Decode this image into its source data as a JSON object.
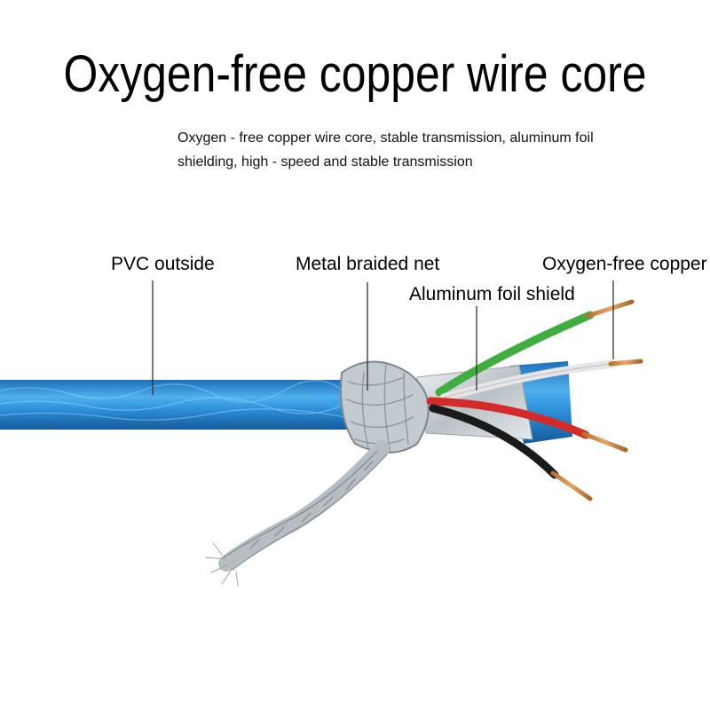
{
  "title": "Oxygen-free copper wire core",
  "subtitle": {
    "line1": "Oxygen - free copper wire core, stable transmission, aluminum foil",
    "line2": "shielding, high - speed and stable transmission"
  },
  "labels": {
    "pvc": "PVC  outside",
    "braid": "Metal braided net",
    "foil": "Aluminum foil shield",
    "copper": "Oxygen-free copper"
  },
  "colors": {
    "jacket": "#2f8fd6",
    "braid": "#a9b2b8",
    "foil": "#d9dde0",
    "wire_green": "#3fae3f",
    "wire_white": "#e6e6e6",
    "wire_red": "#d32a2a",
    "wire_black": "#1a1a1a",
    "copper": "#c9863e"
  }
}
